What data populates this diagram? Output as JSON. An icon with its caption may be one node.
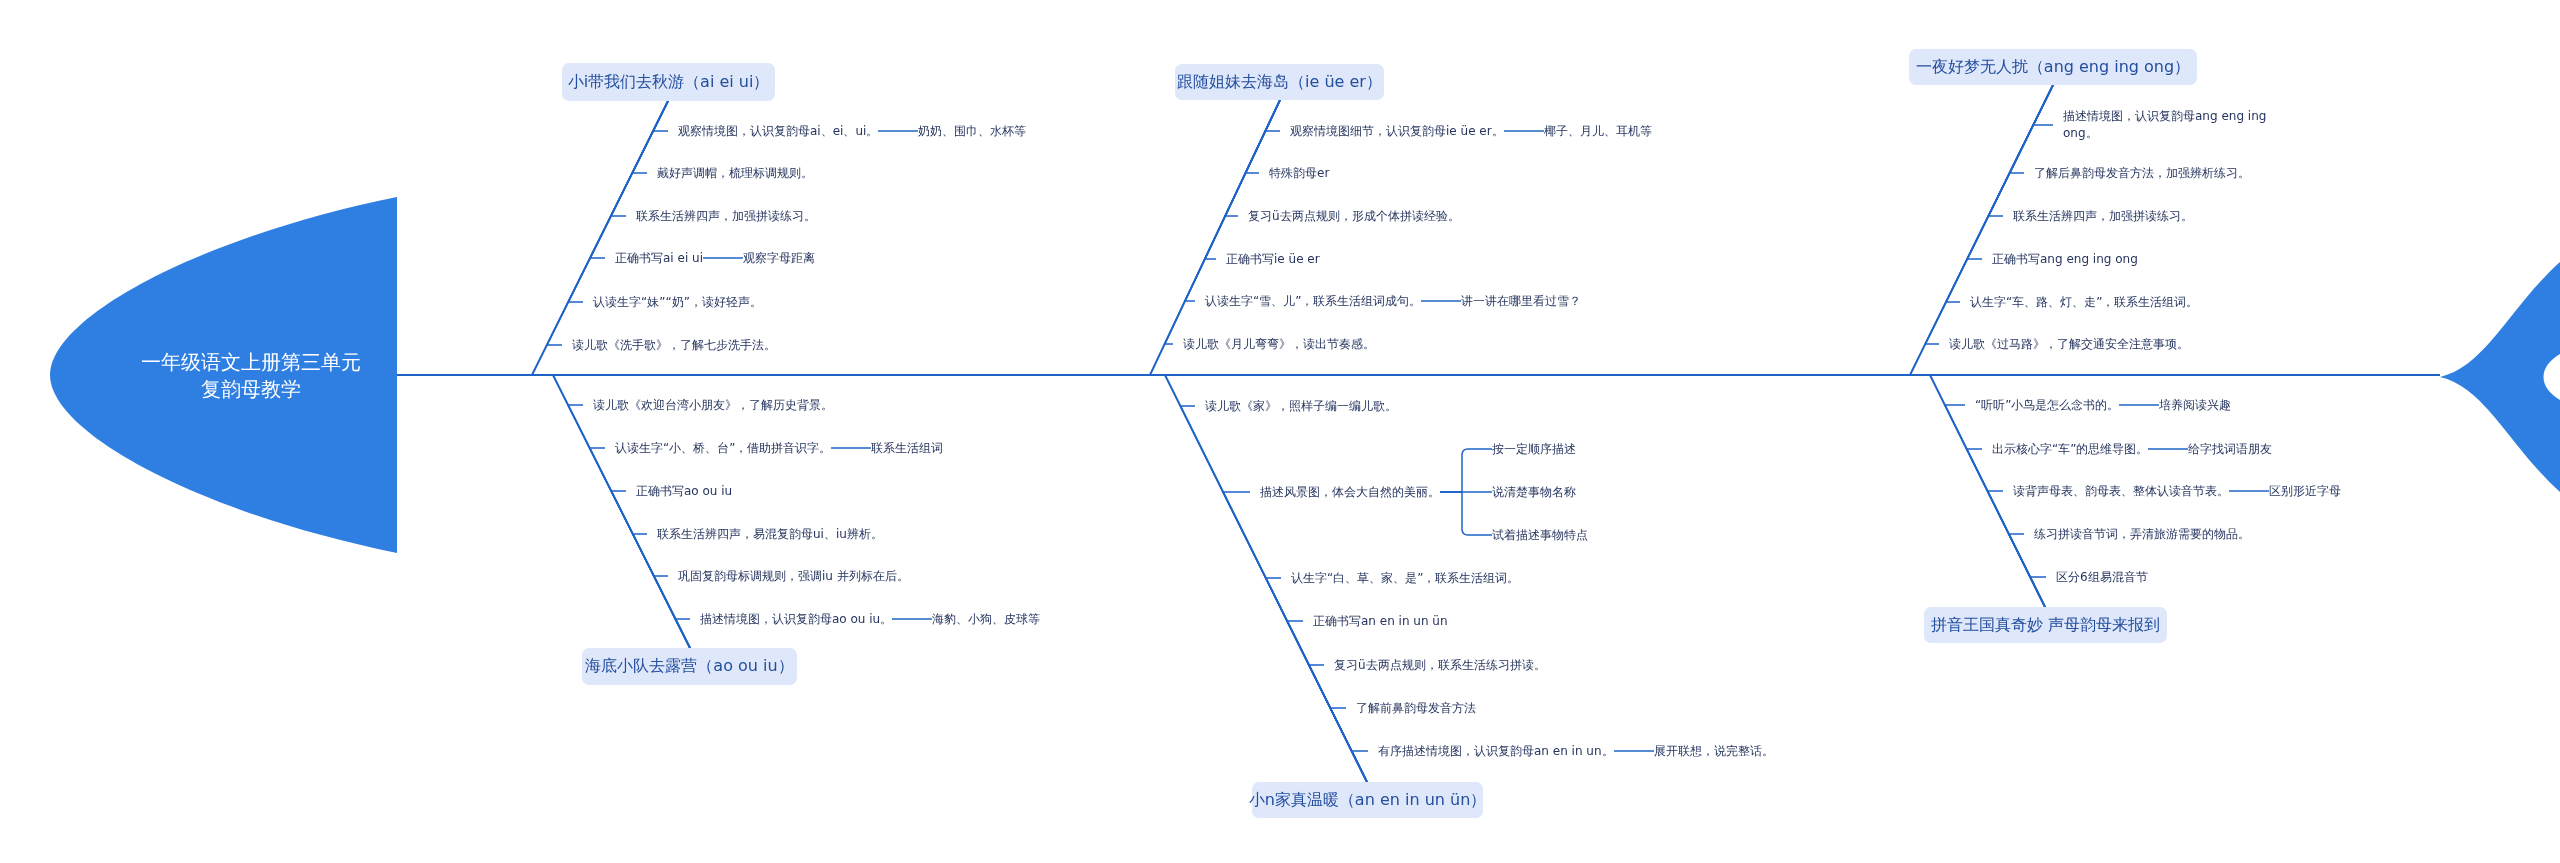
{
  "diagram": {
    "nodes": [
      {
        "text": [
          "一年级语文上册第三单元复韵母教学"
        ]
      },
      {
        "text": [
          "小i带我们去秋游（ai ei ui）"
        ]
      },
      {
        "text": [
          "观察情境图，认识复韵母ai、ei、ui。"
        ]
      },
      {
        "text": [
          "奶奶、围巾、水杯等"
        ]
      },
      {
        "text": [
          "戴好声调帽，梳理标调规则。"
        ]
      },
      {
        "text": [
          "联系生活辨四声，加强拼读练习。"
        ]
      },
      {
        "text": [
          "正确书写ai ei ui"
        ]
      },
      {
        "text": [
          "观察字母距离"
        ]
      },
      {
        "text": [
          "认读生字“妹”“奶”，读好轻声。"
        ]
      },
      {
        "text": [
          "读儿歌《洗手歌》，了解七步洗手法。"
        ]
      },
      {
        "text": [
          "海底小队去露营（ao ou iu）"
        ]
      },
      {
        "text": [
          "读儿歌《欢迎台湾小朋友》，了解历史背景。"
        ]
      },
      {
        "text": [
          "认读生字“小、桥、台”，借助拼音识字。"
        ]
      },
      {
        "text": [
          "联系生活组词"
        ]
      },
      {
        "text": [
          "正确书写ao ou iu"
        ]
      },
      {
        "text": [
          "联系生活辨四声，易混复韵母ui、iu辨析。"
        ]
      },
      {
        "text": [
          "巩固复韵母标调规则，强调iu 并列标在后。"
        ]
      },
      {
        "text": [
          "描述情境图，认识复韵母ao ou iu。"
        ]
      },
      {
        "text": [
          "海豹、小狗、皮球等"
        ]
      },
      {
        "text": [
          "跟随姐妹去海岛（ie üe er）"
        ]
      },
      {
        "text": [
          "观察情境图细节，认识复韵母ie üe er。"
        ]
      },
      {
        "text": [
          "椰子、月儿、耳机等"
        ]
      },
      {
        "text": [
          "特殊韵母er"
        ]
      },
      {
        "text": [
          "复习ü去两点规则，形成个体拼读经验。"
        ]
      },
      {
        "text": [
          "正确书写ie üe er"
        ]
      },
      {
        "text": [
          "认读生字“雪、儿”，联系生活组词成句。"
        ]
      },
      {
        "text": [
          "讲一讲在哪里看过雪？"
        ]
      },
      {
        "text": [
          "读儿歌《月儿弯弯》，读出节奏感。"
        ]
      },
      {
        "text": [
          "小n家真温暖（an en in un ün）"
        ]
      },
      {
        "text": [
          "读儿歌《家》，照样子编一编儿歌。"
        ]
      },
      {
        "text": [
          "描述风景图，体会大自然的美丽。"
        ]
      },
      {
        "text": [
          "按一定顺序描述"
        ]
      },
      {
        "text": [
          "说清楚事物名称"
        ]
      },
      {
        "text": [
          "试着描述事物特点"
        ]
      },
      {
        "text": [
          "认生字“白、草、家、是”，联系生活组词。"
        ]
      },
      {
        "text": [
          "正确书写an en in un ün"
        ]
      },
      {
        "text": [
          "复习ü去两点规则，联系生活练习拼读。"
        ]
      },
      {
        "text": [
          "了解前鼻韵母发音方法"
        ]
      },
      {
        "text": [
          "有序描述情境图，认识复韵母an en in un。"
        ]
      },
      {
        "text": [
          "展开联想，说完整话。"
        ]
      },
      {
        "text": [
          "一夜好梦无人扰（ang eng ing ong）"
        ]
      },
      {
        "text": [
          "描述情境图，认识复韵母ang eng ing ong。"
        ]
      },
      {
        "text": [
          "了解后鼻韵母发音方法，加强辨析练习。"
        ]
      },
      {
        "text": [
          "联系生活辨四声，加强拼读练习。"
        ]
      },
      {
        "text": [
          "正确书写ang eng ing ong"
        ]
      },
      {
        "text": [
          "认生字“车、路、灯、走”，联系生活组词。"
        ]
      },
      {
        "text": [
          "读儿歌《过马路》，了解交通安全注意事项。"
        ]
      },
      {
        "text": [
          "拼音王国真奇妙 声母韵母来报到"
        ]
      },
      {
        "text": [
          "“听听”小鸟是怎么念书的。"
        ]
      },
      {
        "text": [
          "培养阅读兴趣"
        ]
      },
      {
        "text": [
          "出示核心字“车”的思维导图。"
        ]
      },
      {
        "text": [
          "给字找词语朋友"
        ]
      },
      {
        "text": [
          "读背声母表、韵母表、整体认读音节表。"
        ]
      },
      {
        "text": [
          "区别形近字母"
        ]
      },
      {
        "text": [
          "练习拼读音节词，弄清旅游需要的物品。"
        ]
      },
      {
        "text": [
          "区分6组易混音节"
        ]
      },
      {
        "text": [],
        "shape": "picture"
      }
    ],
    "edges": [
      {
        "from": 0,
        "to": 56,
        "arrow": "none"
      },
      {
        "from": 1,
        "to": 0,
        "arrow": "none"
      },
      {
        "from": 1,
        "to": 2,
        "arrow": "none"
      },
      {
        "from": 2,
        "to": 3,
        "arrow": "none"
      },
      {
        "from": 1,
        "to": 4,
        "arrow": "none"
      },
      {
        "from": 1,
        "to": 5,
        "arrow": "none"
      },
      {
        "from": 1,
        "to": 6,
        "arrow": "none"
      },
      {
        "from": 6,
        "to": 7,
        "arrow": "none"
      },
      {
        "from": 1,
        "to": 8,
        "arrow": "none"
      },
      {
        "from": 1,
        "to": 9,
        "arrow": "none"
      },
      {
        "from": 10,
        "to": 0,
        "arrow": "none"
      },
      {
        "from": 10,
        "to": 11,
        "arrow": "none"
      },
      {
        "from": 10,
        "to": 12,
        "arrow": "none"
      },
      {
        "from": 12,
        "to": 13,
        "arrow": "none"
      },
      {
        "from": 10,
        "to": 14,
        "arrow": "none"
      },
      {
        "from": 10,
        "to": 15,
        "arrow": "none"
      },
      {
        "from": 10,
        "to": 16,
        "arrow": "none"
      },
      {
        "from": 10,
        "to": 17,
        "arrow": "none"
      },
      {
        "from": 17,
        "to": 18,
        "arrow": "none"
      },
      {
        "from": 19,
        "to": 0,
        "arrow": "none"
      },
      {
        "from": 19,
        "to": 20,
        "arrow": "none"
      },
      {
        "from": 20,
        "to": 21,
        "arrow": "none"
      },
      {
        "from": 19,
        "to": 22,
        "arrow": "none"
      },
      {
        "from": 19,
        "to": 23,
        "arrow": "none"
      },
      {
        "from": 19,
        "to": 24,
        "arrow": "none"
      },
      {
        "from": 19,
        "to": 25,
        "arrow": "none"
      },
      {
        "from": 25,
        "to": 26,
        "arrow": "none"
      },
      {
        "from": 19,
        "to": 27,
        "arrow": "none"
      },
      {
        "from": 28,
        "to": 0,
        "arrow": "none"
      },
      {
        "from": 28,
        "to": 29,
        "arrow": "none"
      },
      {
        "from": 28,
        "to": 30,
        "arrow": "none"
      },
      {
        "from": 30,
        "to": 31,
        "arrow": "none"
      },
      {
        "from": 30,
        "to": 32,
        "arrow": "none"
      },
      {
        "from": 30,
        "to": 33,
        "arrow": "none"
      },
      {
        "from": 28,
        "to": 34,
        "arrow": "none"
      },
      {
        "from": 28,
        "to": 35,
        "arrow": "none"
      },
      {
        "from": 28,
        "to": 36,
        "arrow": "none"
      },
      {
        "from": 28,
        "to": 37,
        "arrow": "none"
      },
      {
        "from": 28,
        "to": 38,
        "arrow": "none"
      },
      {
        "from": 38,
        "to": 39,
        "arrow": "none"
      },
      {
        "from": 40,
        "to": 0,
        "arrow": "none"
      },
      {
        "from": 40,
        "to": 41,
        "arrow": "none"
      },
      {
        "from": 40,
        "to": 42,
        "arrow": "none"
      },
      {
        "from": 40,
        "to": 43,
        "arrow": "none"
      },
      {
        "from": 40,
        "to": 44,
        "arrow": "none"
      },
      {
        "from": 40,
        "to": 45,
        "arrow": "none"
      },
      {
        "from": 40,
        "to": 46,
        "arrow": "none"
      },
      {
        "from": 47,
        "to": 0,
        "arrow": "none"
      },
      {
        "from": 47,
        "to": 48,
        "arrow": "none"
      },
      {
        "from": 48,
        "to": 49,
        "arrow": "none"
      },
      {
        "from": 47,
        "to": 50,
        "arrow": "none"
      },
      {
        "from": 50,
        "to": 51,
        "arrow": "none"
      },
      {
        "from": 47,
        "to": 52,
        "arrow": "none"
      },
      {
        "from": 52,
        "to": 53,
        "arrow": "none"
      },
      {
        "from": 47,
        "to": 54,
        "arrow": "none"
      },
      {
        "from": 47,
        "to": 55,
        "arrow": "none"
      }
    ]
  }
}
